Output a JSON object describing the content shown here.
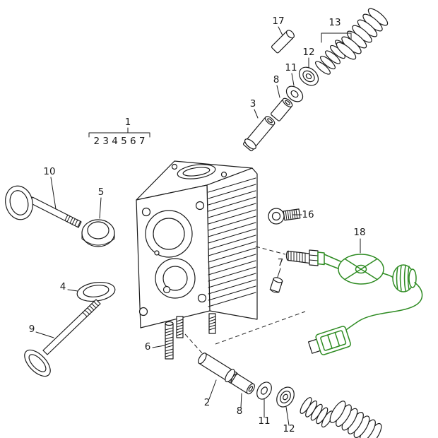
{
  "figure": {
    "kind": "exploded-parts-diagram",
    "subject": "engine cylinder head assembly",
    "highlighted_part": "18",
    "colors": {
      "ink": "#1a1a1a",
      "highlight": "#2e8b22",
      "background": "#ffffff"
    },
    "callouts": {
      "n17": "17",
      "n13": "13",
      "n12_top": "12",
      "n11_top": "11",
      "n8_top": "8",
      "n3": "3",
      "n1": "1",
      "n1_group": "2 3 4 5 6 7",
      "n10": "10",
      "n5": "5",
      "n16": "16",
      "n18": "18",
      "n4": "4",
      "n7": "7",
      "n9": "9",
      "n6": "6",
      "n2": "2",
      "n8_bottom": "8",
      "n11_bottom": "11",
      "n12_bottom": "12"
    }
  }
}
